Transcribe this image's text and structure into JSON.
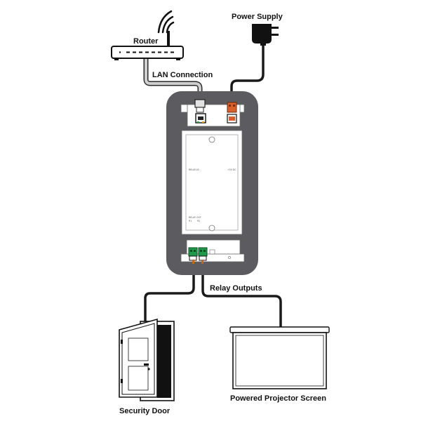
{
  "labels": {
    "router": "Router",
    "power_supply": "Power Supply",
    "lan_connection": "LAN Connection",
    "relay_outputs": "Relay Outputs",
    "security_door": "Security Door",
    "projector_screen": "Powered Projector Screen"
  },
  "device": {
    "model_text": "RELAY-02",
    "power_text": "+5V DC",
    "relay_text": "RELAY OUT",
    "relay_ch1": "R1",
    "relay_ch2": "R2"
  },
  "colors": {
    "device_body": "#5c5c60",
    "cable_black": "#1a1a1a",
    "cable_gray": "#c9c9c9",
    "connector_green": "#1f9a4a",
    "connector_orange": "#d9602a"
  }
}
